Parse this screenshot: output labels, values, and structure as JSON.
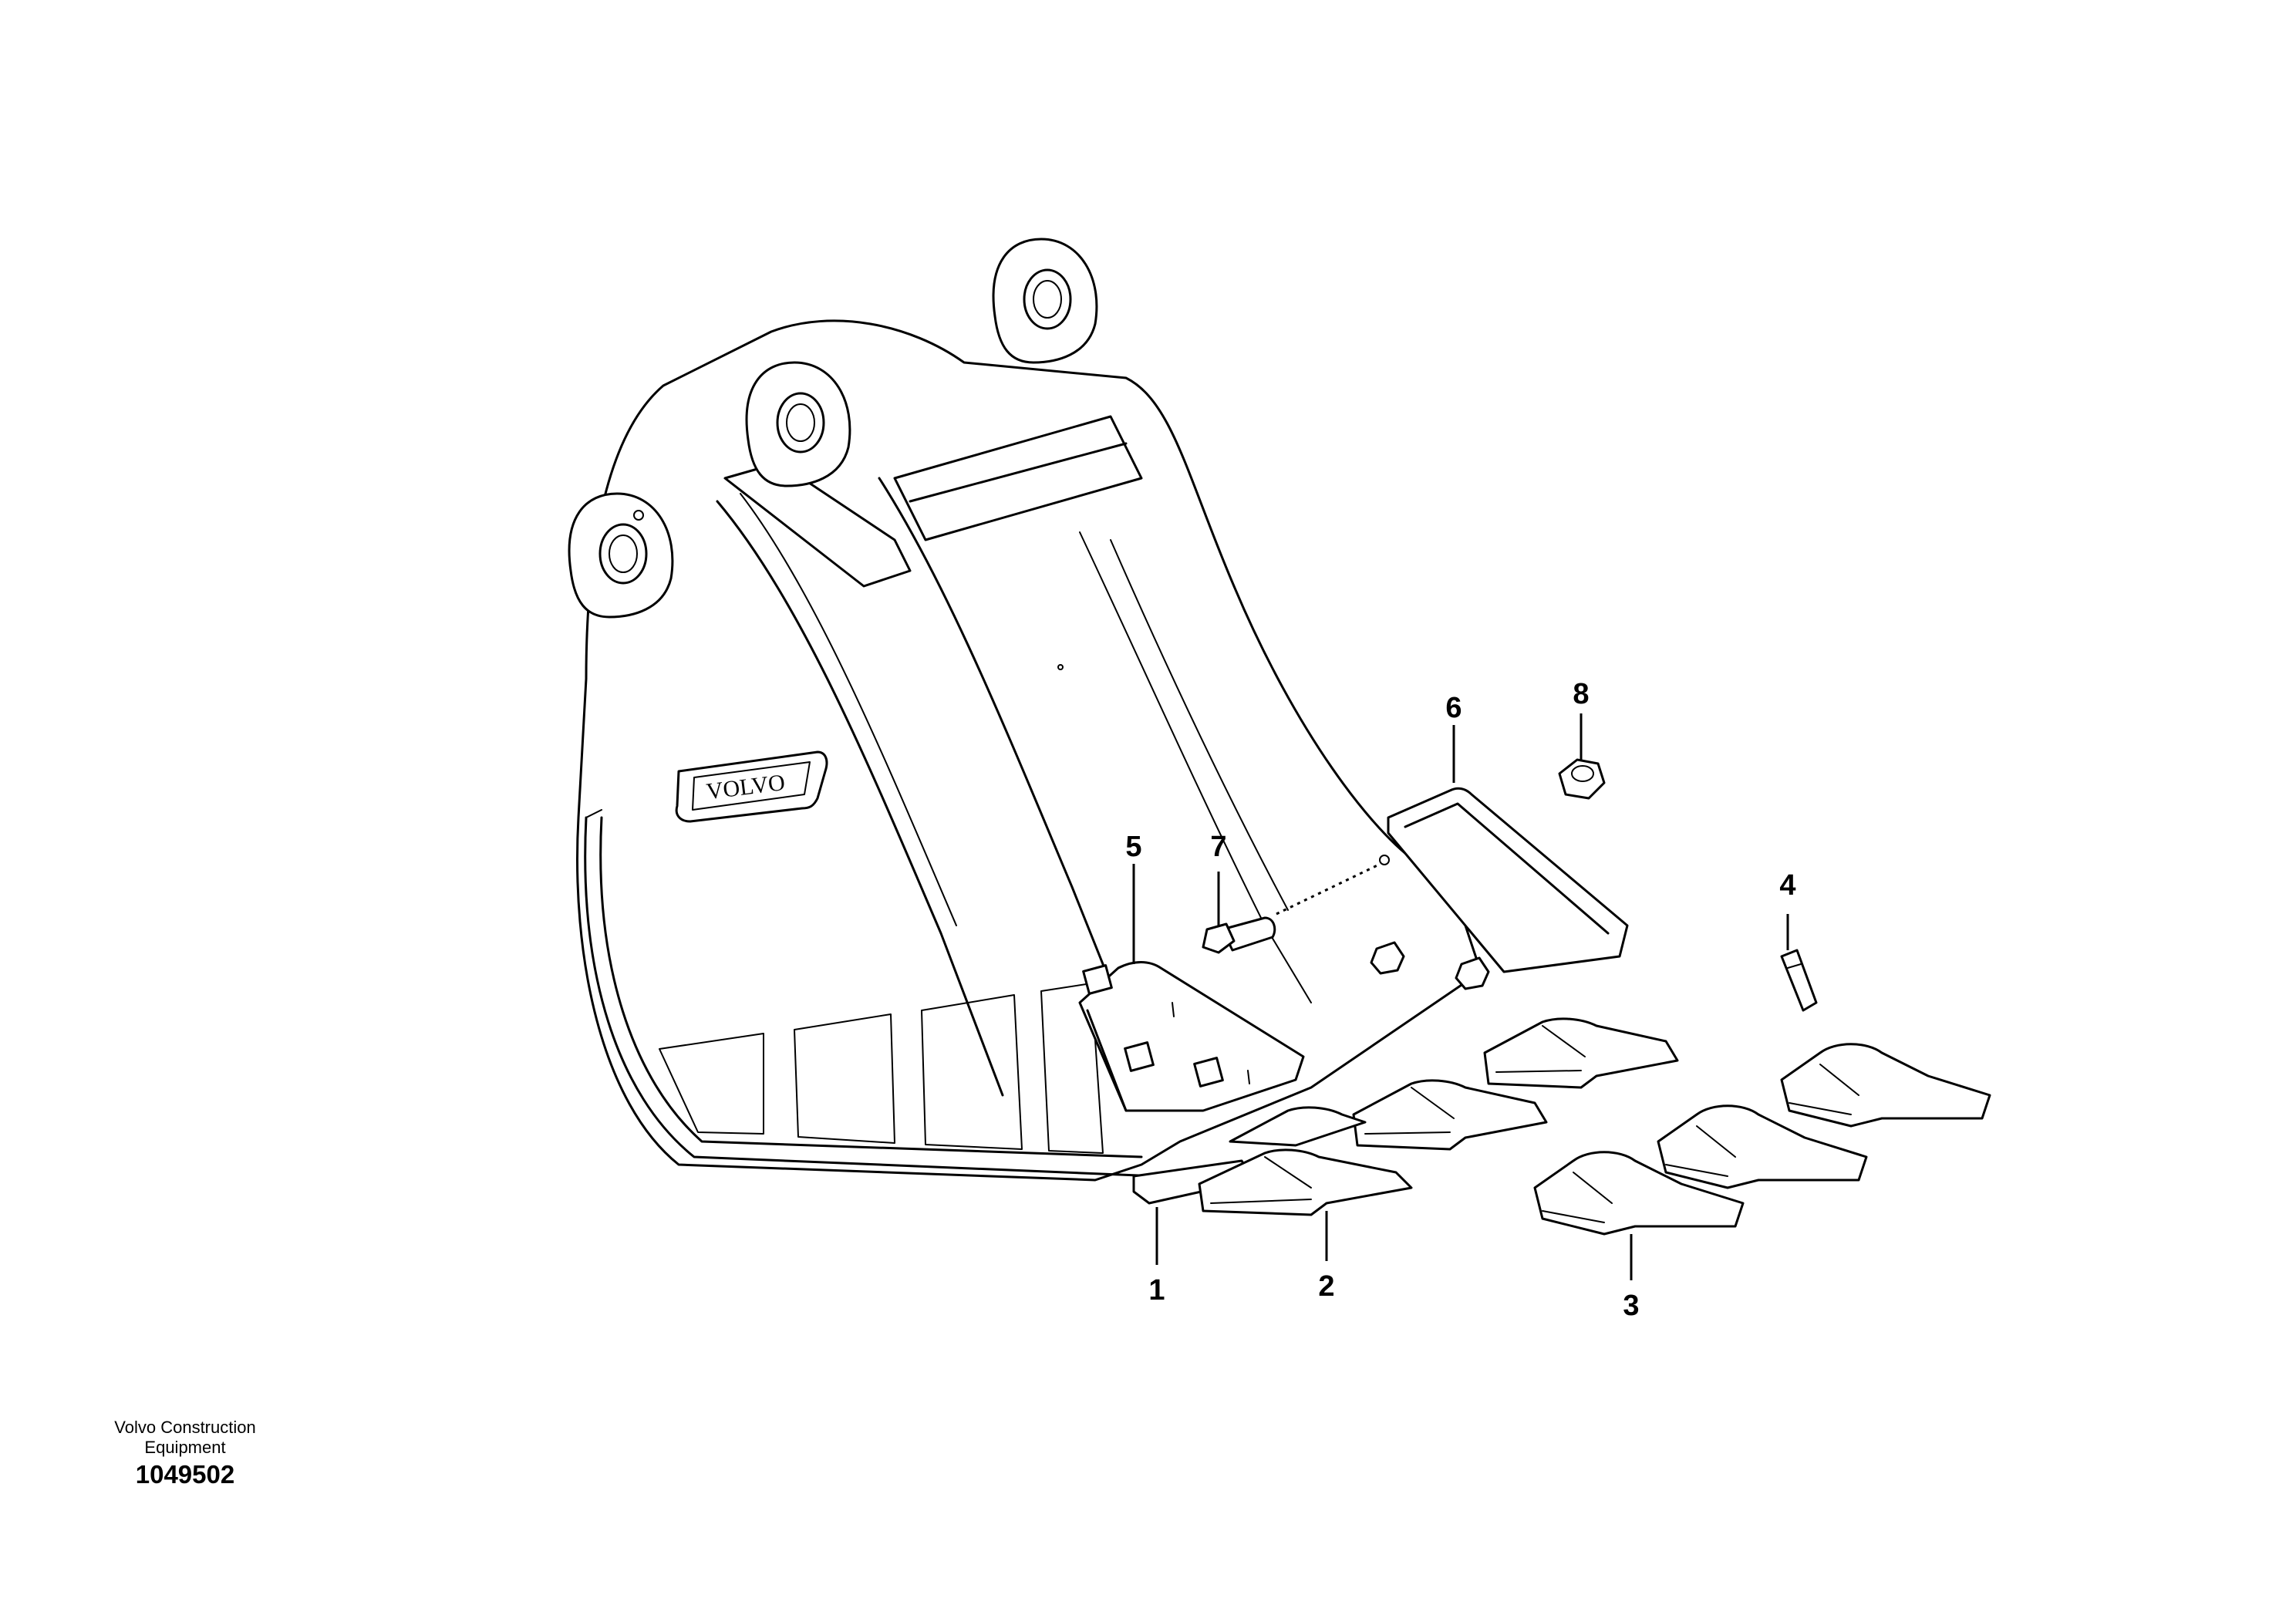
{
  "logo_text": "VOLVO",
  "callouts": {
    "c1": "1",
    "c2": "2",
    "c3": "3",
    "c4": "4",
    "c5": "5",
    "c6": "6",
    "c7": "7",
    "c8": "8"
  },
  "footer": {
    "company": "Volvo Construction Equipment",
    "drawing_number": "1049502"
  }
}
